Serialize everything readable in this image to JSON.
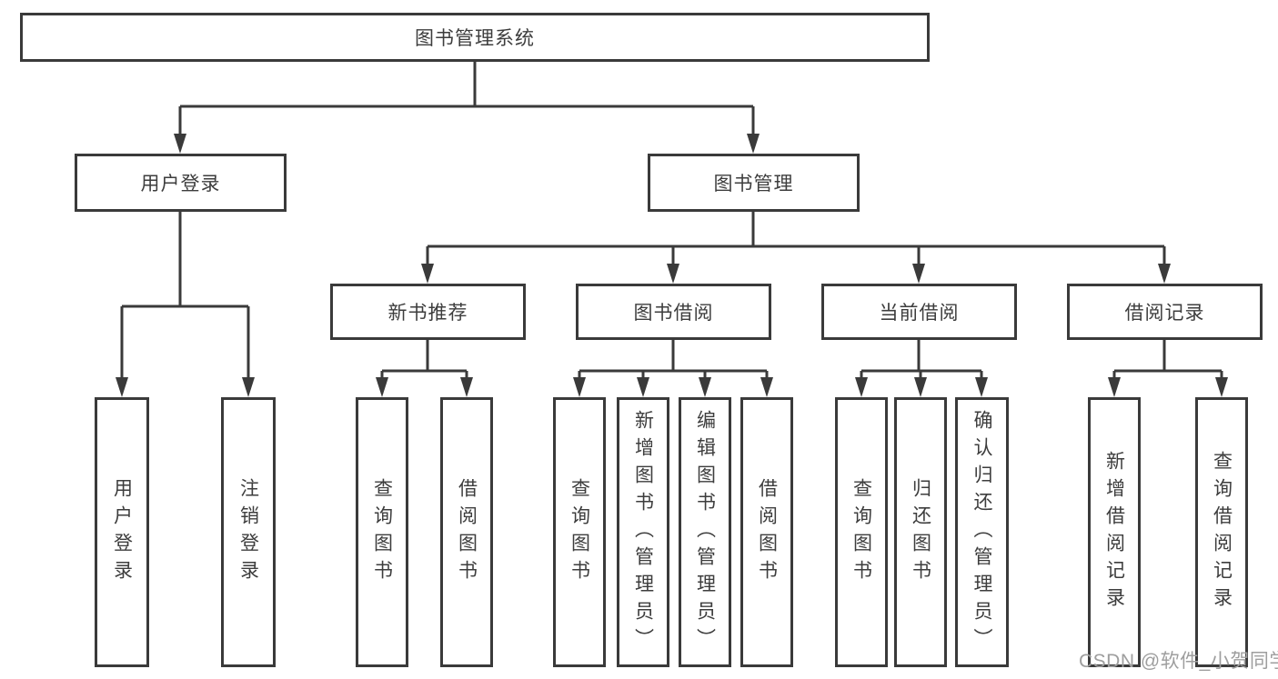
{
  "tree": {
    "root": {
      "label": "图书管理系统"
    },
    "branches": [
      {
        "label": "用户登录",
        "children": [
          {
            "label": "用户登录"
          },
          {
            "label": "注销登录"
          }
        ]
      },
      {
        "label": "图书管理",
        "children": [
          {
            "label": "新书推荐",
            "children": [
              {
                "label": "查询图书"
              },
              {
                "label": "借阅图书"
              }
            ]
          },
          {
            "label": "图书借阅",
            "children": [
              {
                "label": "查询图书"
              },
              {
                "label": "新增图书（管理员）"
              },
              {
                "label": "编辑图书（管理员）"
              },
              {
                "label": "借阅图书"
              }
            ]
          },
          {
            "label": "当前借阅",
            "children": [
              {
                "label": "查询图书"
              },
              {
                "label": "归还图书"
              },
              {
                "label": "确认归还（管理员）"
              }
            ]
          },
          {
            "label": "借阅记录",
            "children": [
              {
                "label": "新增借阅记录"
              },
              {
                "label": "查询借阅记录"
              }
            ]
          }
        ]
      }
    ]
  },
  "watermark": {
    "text": "CSDN @软件_小贺同学"
  },
  "colors": {
    "line": "#3a3a3a",
    "text": "#3d3d3d",
    "watermark": "#9e9e9e",
    "background": "#ffffff"
  }
}
